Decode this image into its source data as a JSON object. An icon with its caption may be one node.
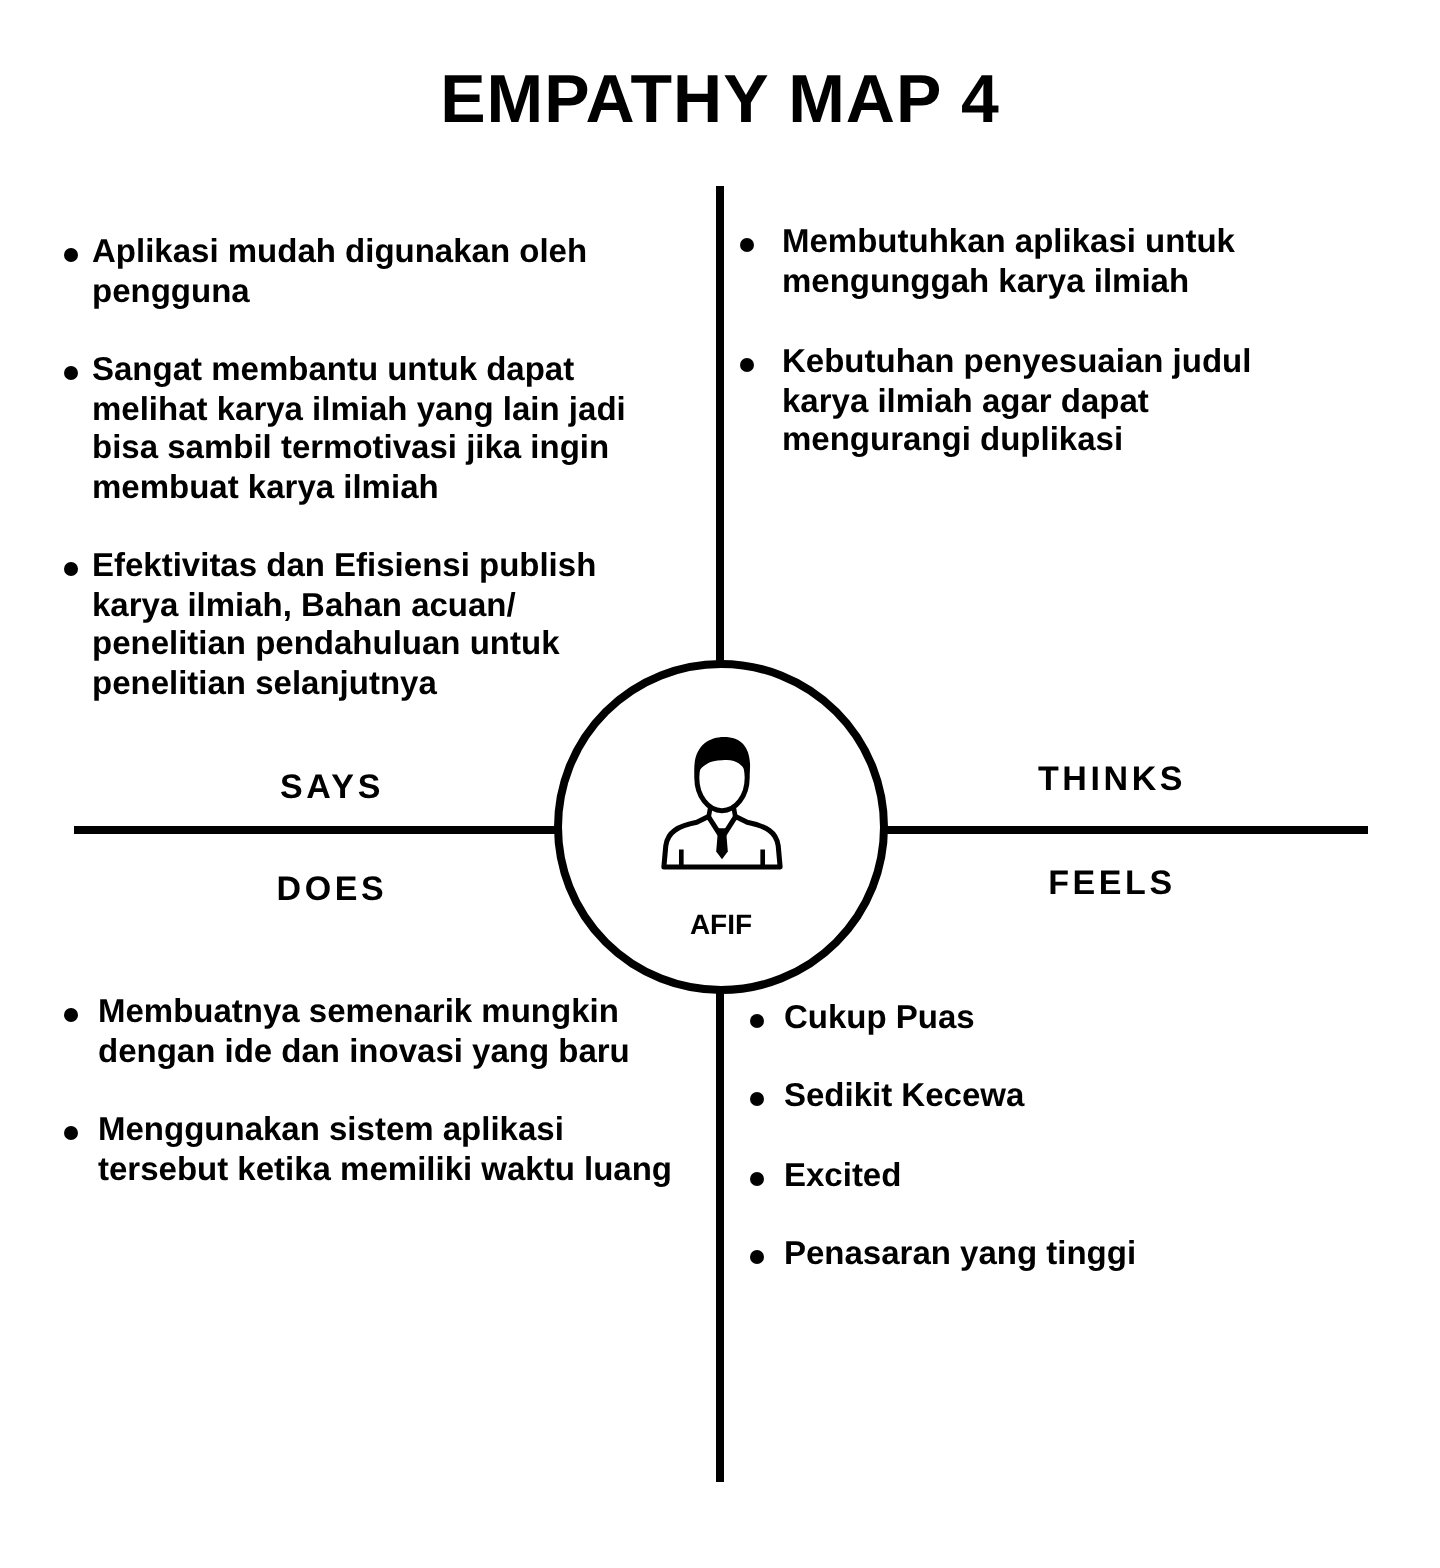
{
  "diagram": {
    "title": "EMPATHY MAP 4",
    "nodes": [
      {
        "text": [
          "AFIF"
        ]
      }
    ],
    "labels": [
      "Aplikasi mudah digunakan oleh pengguna",
      "Sangat membantu untuk dapat melihat karya ilmiah yang lain jadi bisa sambil termotivasi jika ingin membuat karya ilmiah",
      "Efektivitas dan Efisiensi publish karya ilmiah, Bahan acuan/ penelitian pendahuluan untuk penelitian selanjutnya",
      "Membutuhkan aplikasi untuk mengunggah karya ilmiah",
      "Kebutuhan penyesuaian judul karya ilmiah agar dapat mengurangi duplikasi",
      "SAYS",
      "THINKS",
      "DOES",
      "FEELS",
      "Membuatnya semenarik mungkin dengan ide dan inovasi yang baru",
      "Menggunakan sistem aplikasi tersebut ketika memiliki waktu luang",
      "Cukup Puas",
      "Sedikit Kecewa",
      "Excited",
      "Penasaran yang tinggi"
    ]
  }
}
